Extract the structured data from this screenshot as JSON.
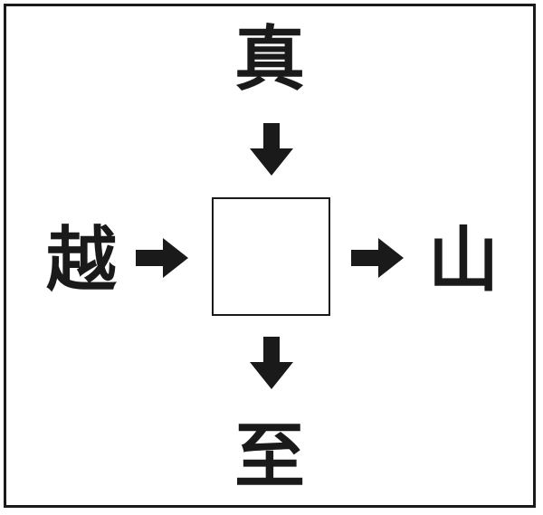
{
  "puzzle": {
    "top_char": "真",
    "left_char": "越",
    "right_char": "山",
    "bottom_char": "至",
    "answer_box": ""
  },
  "colors": {
    "ink": "#1a1a1a",
    "background": "#ffffff"
  },
  "icons": {
    "arrows": [
      "arrow-down-icon",
      "arrow-down-icon",
      "arrow-right-icon",
      "arrow-right-icon"
    ]
  }
}
